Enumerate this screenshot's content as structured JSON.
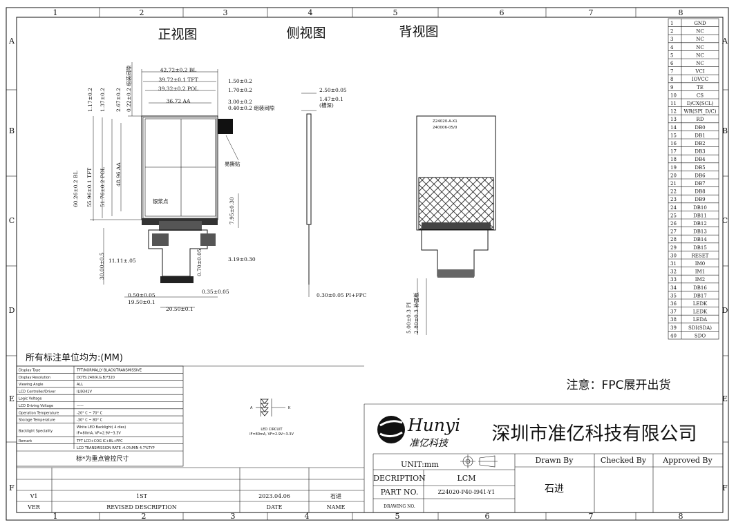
{
  "grid": {
    "cols": [
      "1",
      "2",
      "3",
      "4",
      "5",
      "6",
      "7",
      "8"
    ],
    "rows": [
      "A",
      "B",
      "C",
      "D",
      "E",
      "F"
    ]
  },
  "views": {
    "front": "正视图",
    "side": "侧视图",
    "back": "背视图"
  },
  "front_dims": {
    "w_bl": "42.72±0.2 BL",
    "w_tft": "39.72±0.1 TFT",
    "w_pol": "39.32±0.2 POL",
    "w_aa": "36.72 AA",
    "r1": "1.50±0.2",
    "r2": "1.70±0.2",
    "r3": "3.00±0.2",
    "r4": "0.40±0.2 组装间隙",
    "v1": "1.17±0.2",
    "v2": "1.37±0.2",
    "v3": "2.67±0.2",
    "v4": "0.22±0.2 组装间隙",
    "h_bl": "60.26±0.2 BL",
    "h_tft": "55.96±0.1 TFT",
    "h_pol": "51.76±0.2 POL",
    "h_aa": "48.96 AA",
    "label_tear": "易撕贴",
    "label_silver": "银浆点",
    "d_795": "7.95±0.30",
    "d_3000": "30.00±0.5",
    "d_1111": "11.11±.05",
    "d_319": "3.19±0.30",
    "d_070": "0.70±0.05",
    "d_035": "0.35±0.05",
    "d_050": "0.50±0.05",
    "d_1950": "19.50±0.1",
    "d_2050": "20.50±0.1"
  },
  "side_dims": {
    "t1": "2.50±0.05",
    "t2": "1.47±0.1",
    "t2b": "(槽深)",
    "pi": "0.30±0.05 PI+FPC",
    "s1": "5.00±0.3 PI",
    "s2": "2.80±0.3 补强板"
  },
  "back": {
    "label1": "Z24020-A-X1",
    "label2": "240006-05/0"
  },
  "pins": [
    {
      "n": "1",
      "name": "GND"
    },
    {
      "n": "2",
      "name": "NC"
    },
    {
      "n": "3",
      "name": "NC"
    },
    {
      "n": "4",
      "name": "NC"
    },
    {
      "n": "5",
      "name": "NC"
    },
    {
      "n": "6",
      "name": "NC"
    },
    {
      "n": "7",
      "name": "VCI"
    },
    {
      "n": "8",
      "name": "IOVCC"
    },
    {
      "n": "9",
      "name": "TE"
    },
    {
      "n": "10",
      "name": "CS"
    },
    {
      "n": "11",
      "name": "D/CX(SCL)"
    },
    {
      "n": "12",
      "name": "WR(SPI_D/C)"
    },
    {
      "n": "13",
      "name": "RD"
    },
    {
      "n": "14",
      "name": "DB0"
    },
    {
      "n": "15",
      "name": "DB1"
    },
    {
      "n": "16",
      "name": "DB2"
    },
    {
      "n": "17",
      "name": "DB3"
    },
    {
      "n": "18",
      "name": "DB4"
    },
    {
      "n": "19",
      "name": "DB5"
    },
    {
      "n": "20",
      "name": "DB6"
    },
    {
      "n": "21",
      "name": "DB7"
    },
    {
      "n": "22",
      "name": "DB8"
    },
    {
      "n": "23",
      "name": "DB9"
    },
    {
      "n": "24",
      "name": "DB10"
    },
    {
      "n": "25",
      "name": "DB11"
    },
    {
      "n": "26",
      "name": "DB12"
    },
    {
      "n": "27",
      "name": "DB13"
    },
    {
      "n": "28",
      "name": "DB14"
    },
    {
      "n": "29",
      "name": "DB15"
    },
    {
      "n": "30",
      "name": "RESET"
    },
    {
      "n": "31",
      "name": "IM0"
    },
    {
      "n": "32",
      "name": "IM1"
    },
    {
      "n": "33",
      "name": "IM2"
    },
    {
      "n": "34",
      "name": "DB16"
    },
    {
      "n": "35",
      "name": "DB17"
    },
    {
      "n": "36",
      "name": "LEDK"
    },
    {
      "n": "37",
      "name": "LEDK"
    },
    {
      "n": "38",
      "name": "LEDA"
    },
    {
      "n": "39",
      "name": "SDI(SDA)"
    },
    {
      "n": "40",
      "name": "SDO"
    }
  ],
  "units_note": "所有标注单位均为:(MM)",
  "specs": [
    {
      "k": "Display Type",
      "v": "TFT/NORMALLY BLACK/TRANSMISSIVE"
    },
    {
      "k": "Display Resolution",
      "v": "DOTS:240(R.G.B)*320"
    },
    {
      "k": "Viewing Angle",
      "v": "ALL"
    },
    {
      "k": "LCD Controller/Driver",
      "v": "ILI9341V"
    },
    {
      "k": "Logic Voltage",
      "v": ""
    },
    {
      "k": "LCD Driving Voltage",
      "v": "——"
    },
    {
      "k": "Operation Temperature",
      "v": "-20° C ~ 70° C"
    },
    {
      "k": "Storage Temperature",
      "v": "-30° C ~ 80° C"
    },
    {
      "k": "Backlight Speciality",
      "v": "White LED Backlight( 4 dies)",
      "v2": "IF=80mA, VF=2.9V~3.3V"
    },
    {
      "k": "Remark",
      "v": "TFT LCD+COG IC+BL+FPC"
    },
    {
      "k": "",
      "v": "LCD TRANSMISSION RATE :4.0%MIN 4.7%TYP"
    }
  ],
  "key_note": "标*为重点管控尺寸",
  "led": {
    "a": "A",
    "k": "K",
    "title": "LED CIRCUIT",
    "sub": "IF=80mA, VF=2.9V~3.3V"
  },
  "notice": "注意：FPC展开出货",
  "company": {
    "brand": "Hunyi",
    "brand_cn": "准亿科技",
    "name": "深圳市准亿科技有限公司"
  },
  "title_block": {
    "unit": "UNIT:mm",
    "drawn_by": "Drawn By",
    "checked_by": "Checked By",
    "approved_by": "Approved By",
    "decription": "DECRIPTION",
    "decription_val": "LCM",
    "part_no": "PART NO.",
    "part_no_val": "Z24020-P40-I941-Y1",
    "drawing_no": "DRAWING NO.",
    "drawer": "石进"
  },
  "revision": {
    "ver": "V1",
    "desc": "1ST",
    "date": "2023.04.06",
    "name": "石进",
    "h_ver": "VER",
    "h_desc": "REVISED DESCRIPTION",
    "h_date": "DATE",
    "h_name": "NAME"
  }
}
